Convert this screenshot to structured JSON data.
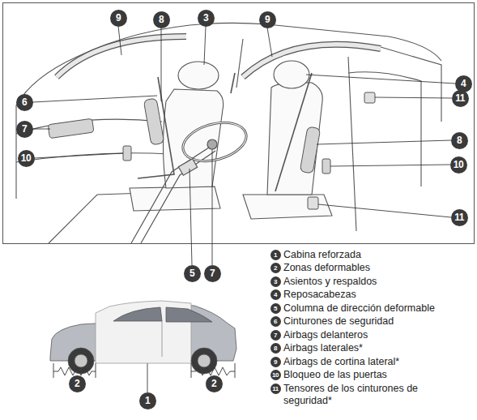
{
  "diagram": {
    "labels": [
      "9",
      "8",
      "3",
      "9",
      "4",
      "6",
      "11",
      "7",
      "8",
      "10",
      "10",
      "11",
      "5",
      "7",
      "1",
      "Cabina reforzada",
      "2",
      "Zonas deformables",
      "3",
      "Asientos y respaldos",
      "4",
      "Reposacabezas",
      "5",
      "Columna de dirección deformable",
      "6",
      "Cinturones de seguridad",
      "7",
      "Airbags delanteros",
      "8",
      "Airbags laterales*",
      "9",
      "Airbags de cortina lateral*",
      "10",
      "Bloqueo de las puertas",
      "11",
      "Tensores de los cinturones de seguridad*",
      "2",
      "2",
      "1"
    ]
  }
}
